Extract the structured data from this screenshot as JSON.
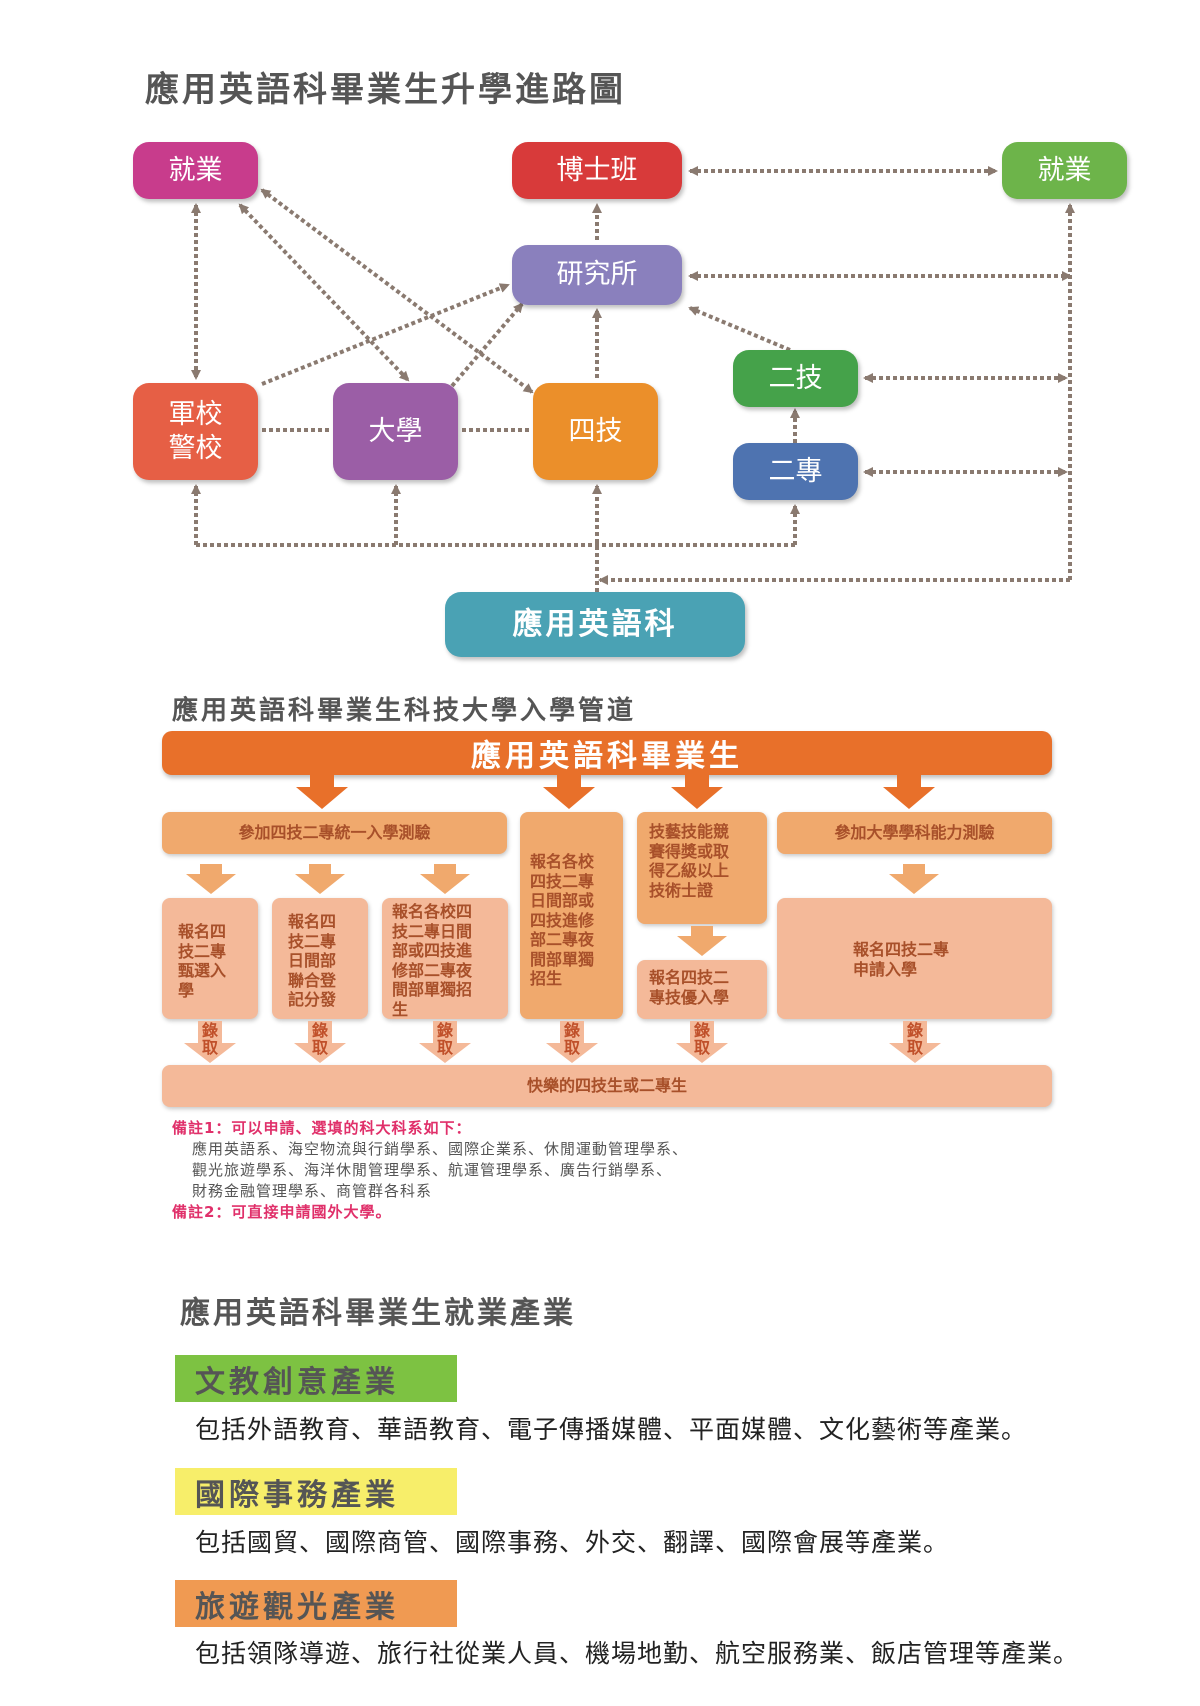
{
  "titles": {
    "path_chart": "應用英語科畢業生升學進路圖",
    "entrance_chart": "應用英語科畢業生科技大學入學管道",
    "industry": "應用英語科畢業生就業產業"
  },
  "path_nodes": {
    "job_left": "就業",
    "phd": "博士班",
    "job_right": "就業",
    "graduate": "研究所",
    "military": "軍校\n警校",
    "university": "大學",
    "four_tech": "四技",
    "two_tech": "二技",
    "two_college": "二專",
    "source": "應用英語科"
  },
  "colors": {
    "job_left": "#c83c8c",
    "phd": "#d83a3a",
    "job_right": "#6db44a",
    "graduate": "#8a80bd",
    "military": "#e65f45",
    "university": "#9b5ea6",
    "four_tech": "#eb8f2a",
    "two_tech": "#45a24a",
    "two_college": "#4e73b0",
    "source": "#4aa2b4",
    "arrow": "#8a7a70",
    "orange_main": "#e8702a"
  },
  "entrance": {
    "banner": "應用英語科畢業生",
    "exam_unified": "參加四技二專統一入學測驗",
    "exam_university": "參加大學學科能力測驗",
    "col1": "報名四\n技二專\n甄選入\n學",
    "col2": "報名四\n技二專\n日間部\n聯合登\n記分發",
    "col3": "報名各校四\n技二專日間\n部或四技進\n修部二專夜\n間部單獨招\n生",
    "col4": "報名各校\n四技二專\n日間部或\n四技進修\n部二專夜\n間部單獨\n招生",
    "col5_top": "技藝技能競\n賽得獎或取\n得乙級以上\n技術士證",
    "col5_bottom": "報名四技二\n專技優入學",
    "col6": "報名四技二專\n申請入學",
    "admit": "錄\n取",
    "result": "快樂的四技生或二專生"
  },
  "notes": {
    "note1": "備註1：可以申請、選填的科大科系如下：",
    "note1_line1": "應用英語系、海空物流與行銷學系、國際企業系、休閒運動管理學系、",
    "note1_line2": "觀光旅遊學系、海洋休閒管理學系、航運管理學系、廣告行銷學系、",
    "note1_line3": "財務金融管理學系、商管群各科系",
    "note2": "備註2：可直接申請國外大學。"
  },
  "industries": [
    {
      "name": "文教創意產業",
      "desc": "包括外語教育、華語教育、電子傳播媒體、平面媒體、文化藝術等產業。",
      "color": "#7dc242"
    },
    {
      "name": "國際事務產業",
      "desc": "包括國貿、國際商管、國際事務、外交、翻譯、國際會展等產業。",
      "color": "#f7ee6a"
    },
    {
      "name": "旅遊觀光產業",
      "desc": "包括領隊導遊、旅行社從業人員、機場地勤、航空服務業、飯店管理等產業。",
      "color": "#f09a52"
    }
  ]
}
